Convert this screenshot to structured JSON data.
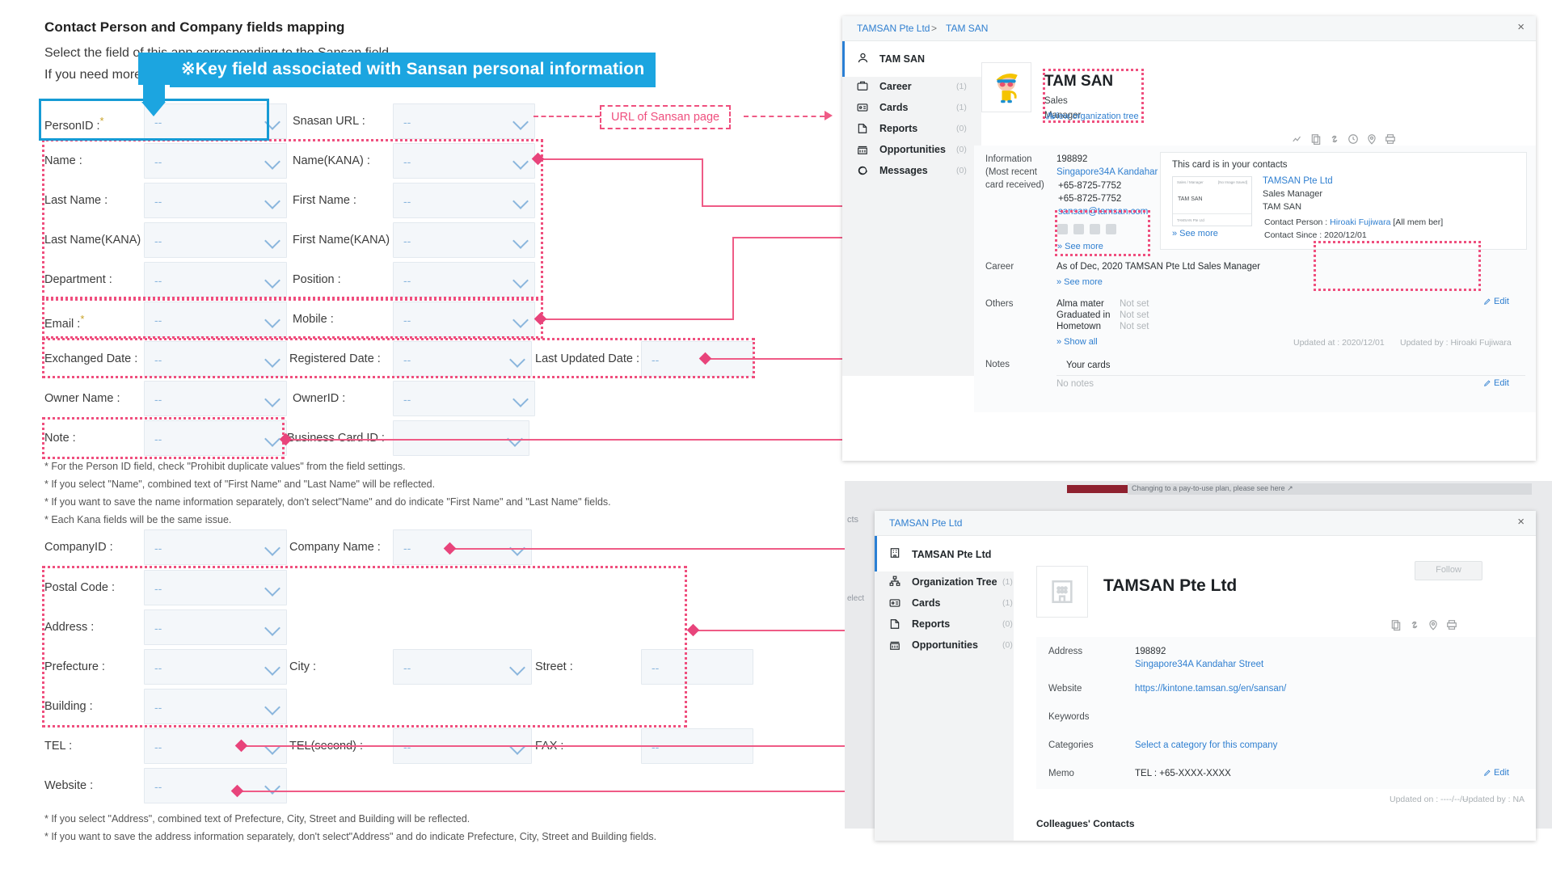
{
  "form": {
    "title": "Contact Person and Company fields mapping",
    "sub1": "Select the field of this app corresponding to the Sansan field.",
    "sub2": "If you need more information, refer to the manual.",
    "placeholder_value": "--",
    "required_mark": "*",
    "fields": [
      {
        "label": "PersonID :",
        "required": true,
        "value": "--"
      },
      {
        "label": "Snasan URL :",
        "required": false,
        "value": "--"
      },
      {
        "label": "Name :",
        "required": false,
        "value": "--"
      },
      {
        "label": "Name(KANA) :",
        "required": false,
        "value": "--"
      },
      {
        "label": "Last Name :",
        "required": false,
        "value": "--"
      },
      {
        "label": "First Name :",
        "required": false,
        "value": "--"
      },
      {
        "label": "Last Name(KANA) :",
        "required": false,
        "value": "--"
      },
      {
        "label": "First Name(KANA) :",
        "required": false,
        "value": "--"
      },
      {
        "label": "Department :",
        "required": false,
        "value": "--"
      },
      {
        "label": "Position :",
        "required": false,
        "value": "--"
      },
      {
        "label": "Email :",
        "required": true,
        "value": "--"
      },
      {
        "label": "Mobile :",
        "required": false,
        "value": "--"
      },
      {
        "label": "Exchanged Date :",
        "required": false,
        "value": "--"
      },
      {
        "label": "Registered Date :",
        "required": false,
        "value": "--"
      },
      {
        "label": "Last Updated Date :",
        "required": false,
        "value": "--"
      },
      {
        "label": "Owner Name :",
        "required": false,
        "value": "--"
      },
      {
        "label": "OwnerID :",
        "required": false,
        "value": "--"
      },
      {
        "label": "Note :",
        "required": false,
        "value": "--"
      },
      {
        "label": "Business Card ID :",
        "required": false,
        "value": "--"
      },
      {
        "label": "CompanyID :",
        "required": false,
        "value": "--"
      },
      {
        "label": "Company Name :",
        "required": false,
        "value": "--"
      },
      {
        "label": "Postal Code :",
        "required": false,
        "value": "--"
      },
      {
        "label": "Address :",
        "required": false,
        "value": "--"
      },
      {
        "label": "Prefecture :",
        "required": false,
        "value": "--"
      },
      {
        "label": "City :",
        "required": false,
        "value": "--"
      },
      {
        "label": "Street :",
        "required": false,
        "value": "--"
      },
      {
        "label": "Building :",
        "required": false,
        "value": "--"
      },
      {
        "label": "TEL :",
        "required": false,
        "value": "--"
      },
      {
        "label": "TEL(second) :",
        "required": false,
        "value": "--"
      },
      {
        "label": "FAX :",
        "required": false,
        "value": "--"
      },
      {
        "label": "Website :",
        "required": false,
        "value": "--"
      }
    ],
    "notes_person": [
      "* For the Person ID field, check \"Prohibit duplicate values\" from the field settings.",
      "* If you select \"Name\", combined text of \"First Name\" and \"Last Name\" will be reflected.",
      "* If you want to save the name information separately, don't select\"Name\" and do indicate \"First Name\" and \"Last Name\" fields.",
      "* Each Kana fields will be the same issue."
    ],
    "notes_company": [
      "* If you select \"Address\", combined text of Prefecture, City, Street and Building will be reflected.",
      "* If you want to save the address information separately, don't select\"Address\" and do indicate Prefecture, City, Street and Building fields."
    ]
  },
  "annotations": {
    "key_field_banner": "※Key field associated with Sansan personal information",
    "url_label": "URL of Sansan page",
    "banner_color": "#1ca5e0",
    "highlight_color": "#ef4f7e",
    "connector_color": "#ef5b86"
  },
  "person_panel": {
    "breadcrumb_company": "TAMSAN Pte Ltd",
    "breadcrumb_sep": ">",
    "breadcrumb_person": "TAM SAN",
    "close": "×",
    "sidebar": [
      {
        "label": "TAM SAN",
        "count": "",
        "icon": "person-icon",
        "selected": true
      },
      {
        "label": "Career",
        "count": "(1)",
        "icon": "briefcase-icon",
        "selected": false
      },
      {
        "label": "Cards",
        "count": "(1)",
        "icon": "card-icon",
        "selected": false
      },
      {
        "label": "Reports",
        "count": "(0)",
        "icon": "report-icon",
        "selected": false
      },
      {
        "label": "Opportunities",
        "count": "(0)",
        "icon": "opportunities-icon",
        "selected": false
      },
      {
        "label": "Messages",
        "count": "(0)",
        "icon": "message-icon",
        "selected": false
      }
    ],
    "name": "TAM SAN",
    "dept": "Sales",
    "position": "Manager",
    "org_tree_link": "View organization tree",
    "information": {
      "label_line1": "Information",
      "label_line2": "(Most recent",
      "label_line3": "card received)",
      "postal": "198892",
      "address": "Singapore34A Kandahar Street",
      "tel1": "+65-8725-7752",
      "tel2": "+65-8725-7752",
      "email": "sansan@tamsan.com",
      "see_more": "» See more"
    },
    "card_box": {
      "title": "This card is in your contacts",
      "thumb_top_left": "Sales / Manager",
      "thumb_top_right": "[No Image Saved]",
      "thumb_name": "TAM SAN",
      "thumb_company": "TAMSAN Pte Ltd",
      "company": "TAMSAN Pte Ltd",
      "position": "Sales Manager",
      "person": "TAM SAN",
      "contact_person_label": "Contact Person :",
      "contact_person_name": "Hiroaki Fujiwara",
      "contact_person_suffix": "[All mem ber]",
      "contact_since": "Contact Since : 2020/12/01",
      "see_more": "» See more"
    },
    "career": {
      "label": "Career",
      "value": "As of Dec, 2020 TAMSAN Pte Ltd Sales Manager",
      "see_more": "» See more"
    },
    "others": {
      "label": "Others",
      "rows": [
        {
          "key": "Alma mater",
          "value": "Not set"
        },
        {
          "key": "Graduated in",
          "value": "Not set"
        },
        {
          "key": "Hometown",
          "value": "Not set"
        }
      ],
      "show_all": "» Show all",
      "updated_at": "Updated at : 2020/12/01",
      "updated_by": "Updated by : Hiroaki Fujiwara",
      "edit": "Edit"
    },
    "notes": {
      "label": "Notes",
      "tab": "Your cards",
      "empty": "No notes",
      "edit": "Edit"
    }
  },
  "company_panel": {
    "breadcrumb": "TAMSAN Pte Ltd",
    "close": "×",
    "sidebar": [
      {
        "label": "TAMSAN Pte Ltd",
        "count": "",
        "icon": "building-icon",
        "selected": true
      },
      {
        "label": "Organization Tree",
        "count": "(1)",
        "icon": "org-tree-icon",
        "selected": false
      },
      {
        "label": "Cards",
        "count": "(1)",
        "icon": "card-icon",
        "selected": false
      },
      {
        "label": "Reports",
        "count": "(0)",
        "icon": "report-icon",
        "selected": false
      },
      {
        "label": "Opportunities",
        "count": "(0)",
        "icon": "opportunities-icon",
        "selected": false
      }
    ],
    "name": "TAMSAN Pte Ltd",
    "follow": "Follow",
    "rows": [
      {
        "key": "Address",
        "value": "198892",
        "value2": "Singapore34A Kandahar Street"
      },
      {
        "key": "Website",
        "value": "https://kintone.tamsan.sg/en/sansan/",
        "value2": ""
      },
      {
        "key": "Keywords",
        "value": "",
        "value2": ""
      },
      {
        "key": "Categories",
        "value": "Select a category for this company",
        "value2": ""
      },
      {
        "key": "Memo",
        "value": "TEL : +65-XXXX-XXXX",
        "value2": ""
      }
    ],
    "edit": "Edit",
    "updated_on": "Updated on : ----/--/--",
    "updated_by": "Updated by : NA",
    "colleagues": "Colleagues' Contacts",
    "banner": "Changing to a pay-to-use plan, please see here ↗"
  }
}
